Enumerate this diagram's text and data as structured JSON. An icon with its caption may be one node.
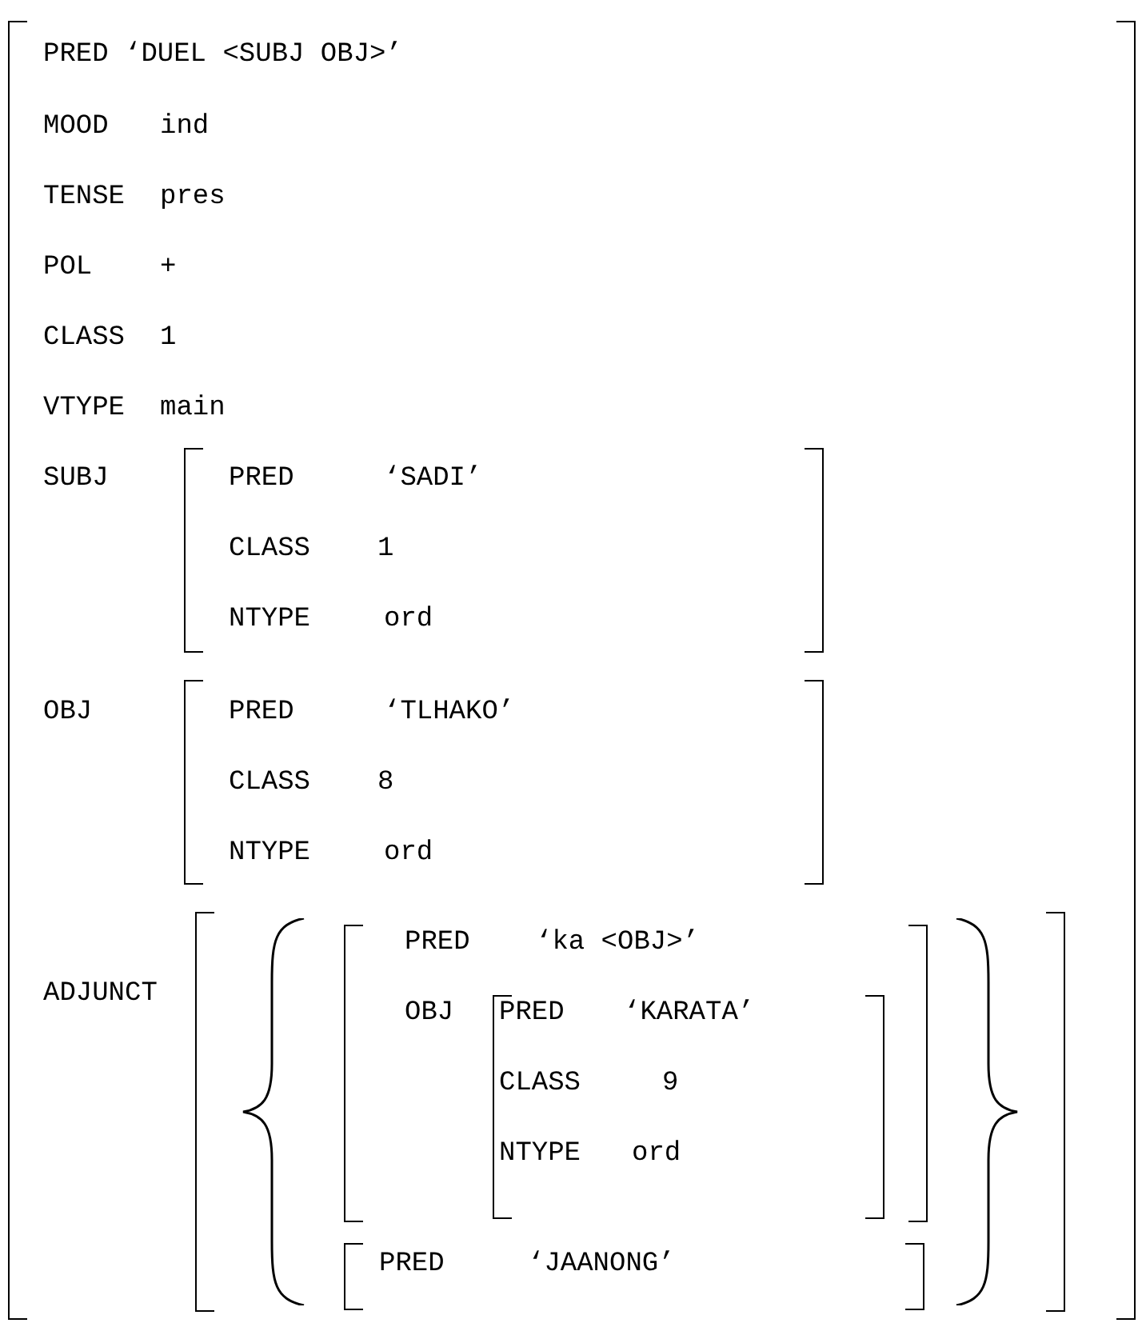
{
  "diagram": {
    "nodes": [
      {
        "text": [
          "PRED",
          "‘DUEL <SUBJ OBJ>’",
          "MOOD",
          "ind",
          "TENSE",
          "pres",
          "POL",
          "+",
          "CLASS",
          "1",
          "VTYPE",
          "main",
          "SUBJ",
          "OBJ",
          "ADJUNCT"
        ]
      },
      {
        "text": [
          "PRED",
          "‘SADI’",
          "CLASS",
          "1",
          "NTYPE",
          "ord"
        ],
        "in": 0
      },
      {
        "text": [
          "PRED",
          "‘TLHAKO’",
          "CLASS",
          "8",
          "NTYPE",
          "ord"
        ],
        "in": 0
      },
      {
        "text": [],
        "shape": "bracket",
        "in": 0
      },
      {
        "text": [],
        "shape": "brace",
        "in": 3
      },
      {
        "text": [
          "PRED",
          "‘ka <OBJ>’",
          "OBJ"
        ],
        "in": 4
      },
      {
        "text": [
          "PRED",
          "‘KARATA’",
          "CLASS",
          "9",
          "NTYPE",
          "ord"
        ],
        "in": 5
      },
      {
        "text": [
          "PRED",
          "‘JAANONG’"
        ],
        "in": 4
      }
    ]
  }
}
